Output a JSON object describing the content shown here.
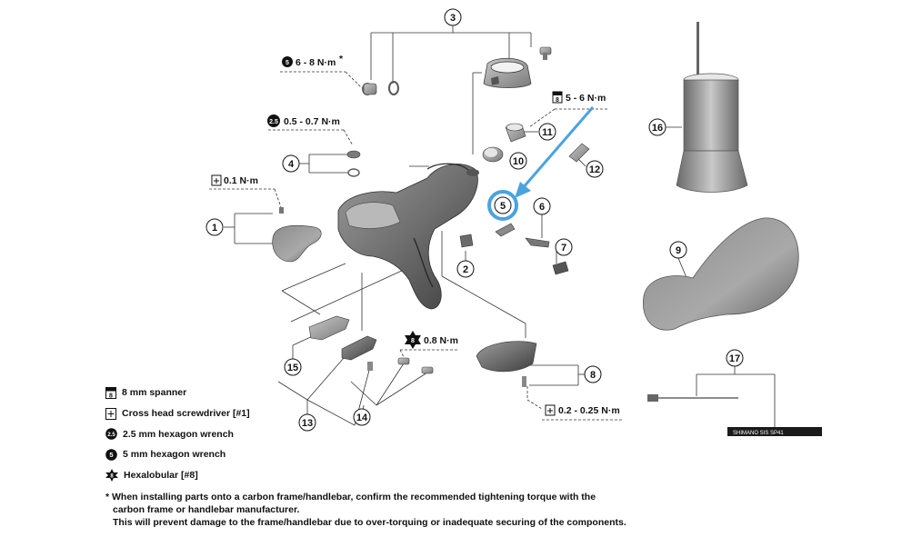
{
  "callouts": [
    "1",
    "2",
    "3",
    "4",
    "5",
    "6",
    "7",
    "8",
    "9",
    "10",
    "11",
    "12",
    "13",
    "14",
    "15",
    "16",
    "17"
  ],
  "torque_specs": {
    "t1": "6 - 8 N·m",
    "t1_mark": "*",
    "t2": "0.5 - 0.7 N·m",
    "t3": "0.1 N·m",
    "t4": "5 - 6 N·m",
    "t5": "0.8 N·m",
    "t6": "0.2 - 0.25 N·m"
  },
  "tool_badges": {
    "spanner": "8",
    "hex25": "2.5",
    "hex5": "5",
    "hexalobular": "8"
  },
  "legend": [
    {
      "icon": "spanner-icon",
      "label": "8 mm spanner"
    },
    {
      "icon": "cross-head-screwdriver-icon",
      "label": "Cross head screwdriver [#1]"
    },
    {
      "icon": "hex-2-5-wrench-icon",
      "label": "2.5 mm hexagon wrench"
    },
    {
      "icon": "hex-5-wrench-icon",
      "label": "5 mm hexagon wrench"
    },
    {
      "icon": "hexalobular-icon",
      "label": "Hexalobular [#8]"
    }
  ],
  "note": {
    "line1": "* When installing parts onto a carbon frame/handlebar, confirm the recommended tightening torque with the",
    "line2": "carbon frame or handlebar manufacturer.",
    "line3": "This will prevent damage to the frame/handlebar due to over-torquing or inadequate securing of the components."
  },
  "cable_label": "SHIMANO SIS SP41",
  "colors": {
    "highlight": "#4aa3e0",
    "part_gray": "#8a8a8a",
    "part_dark": "#4a4a4a"
  }
}
